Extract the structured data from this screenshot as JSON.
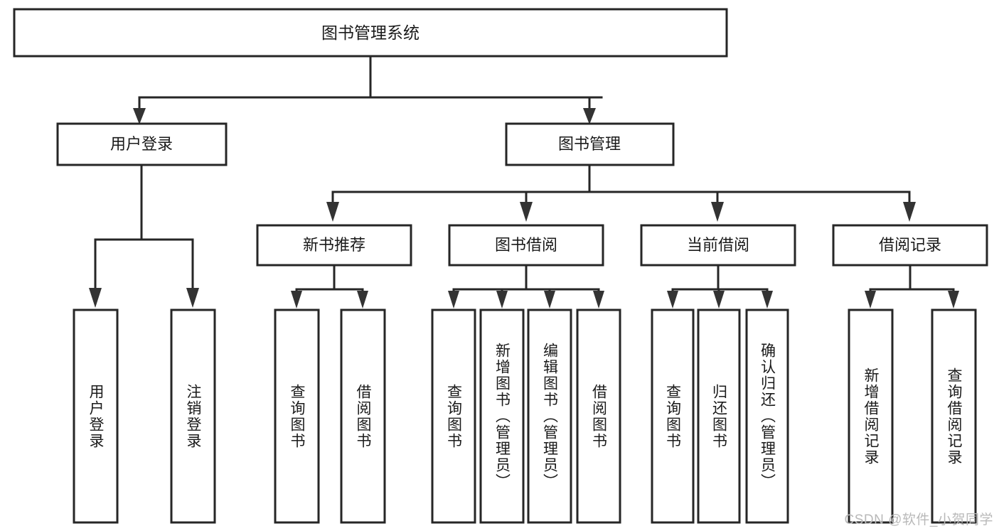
{
  "diagram": {
    "title": "图书管理系统",
    "type": "tree-hierarchy-flowchart",
    "watermark": "CSDN @软件_小贺同学",
    "colors": {
      "box_stroke": "#262626",
      "box_fill": "#ffffff",
      "connector": "#262626",
      "text": "#1a1a1a",
      "watermark": "#b9b9b9",
      "background": "#ffffff"
    },
    "root": {
      "label": "图书管理系统"
    },
    "level2": [
      {
        "label": "用户登录"
      },
      {
        "label": "图书管理"
      }
    ],
    "level3": [
      {
        "label": "新书推荐"
      },
      {
        "label": "图书借阅"
      },
      {
        "label": "当前借阅"
      },
      {
        "label": "借阅记录"
      }
    ],
    "leaves": {
      "user_login": [
        {
          "label": "用户登录"
        },
        {
          "label": "注销登录"
        }
      ],
      "new_book_recommend": [
        {
          "label": "查询图书"
        },
        {
          "label": "借阅图书"
        }
      ],
      "book_borrow": [
        {
          "label": "查询图书"
        },
        {
          "label": "新增图书（管理员）"
        },
        {
          "label": "编辑图书（管理员）"
        },
        {
          "label": "借阅图书"
        }
      ],
      "current_borrow": [
        {
          "label": "查询图书"
        },
        {
          "label": "归还图书"
        },
        {
          "label": "确认归还（管理员）"
        }
      ],
      "borrow_record": [
        {
          "label": "新增借阅记录"
        },
        {
          "label": "查询借阅记录"
        }
      ]
    }
  }
}
